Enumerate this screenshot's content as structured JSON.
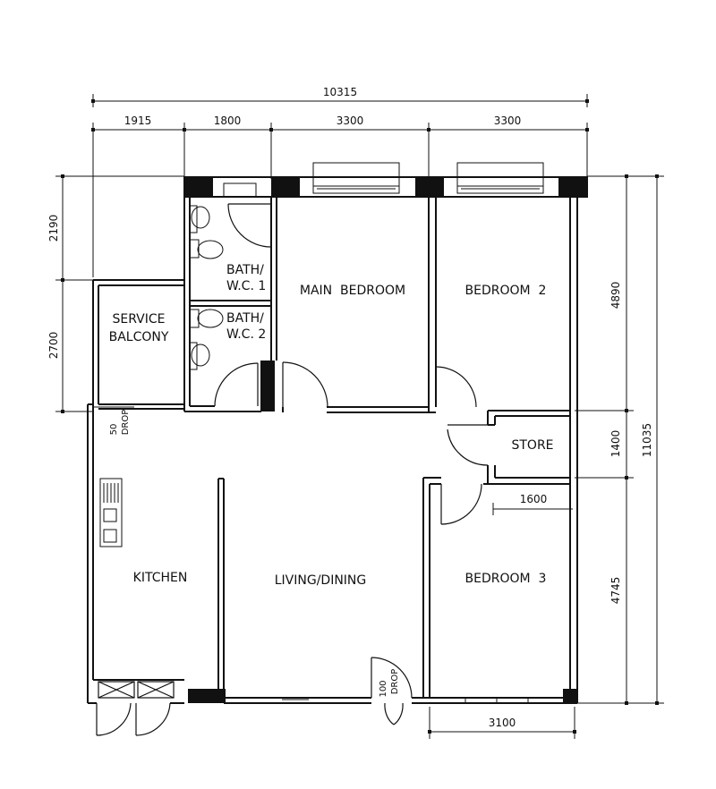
{
  "dimensions": {
    "total_width": "10315",
    "top_segments": [
      "1915",
      "1800",
      "3300",
      "3300"
    ],
    "left_segments": [
      "2190",
      "2700"
    ],
    "right_segments": [
      "4890",
      "1400",
      "4745"
    ],
    "total_height": "11035",
    "bottom": "3100",
    "store_inner": "1600"
  },
  "rooms": {
    "bath1": [
      "BATH/",
      "W.C. 1"
    ],
    "bath2": [
      "BATH/",
      "W.C. 2"
    ],
    "main_bedroom": "MAIN  BEDROOM",
    "bedroom2": "BEDROOM  2",
    "service_balcony": [
      "SERVICE",
      "BALCONY"
    ],
    "store": "STORE",
    "kitchen": "KITCHEN",
    "living_dining": "LIVING/DINING",
    "bedroom3": "BEDROOM  3"
  },
  "drops": {
    "drop50": [
      "50",
      "DROP"
    ],
    "drop100": [
      "100",
      "DROP"
    ]
  }
}
